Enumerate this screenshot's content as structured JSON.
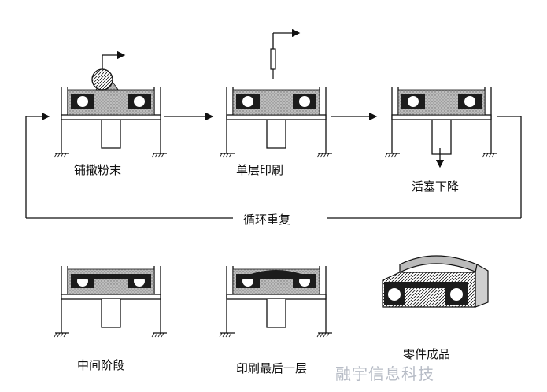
{
  "steps": {
    "spread": "铺撒粉末",
    "print_layer": "单层印刷",
    "piston_down": "活塞下降",
    "repeat": "循环重复"
  },
  "stages": {
    "middle": "中间阶段",
    "last_layer": "印刷最后一层",
    "finished": "零件成品"
  },
  "watermark": "融宇信息科技"
}
